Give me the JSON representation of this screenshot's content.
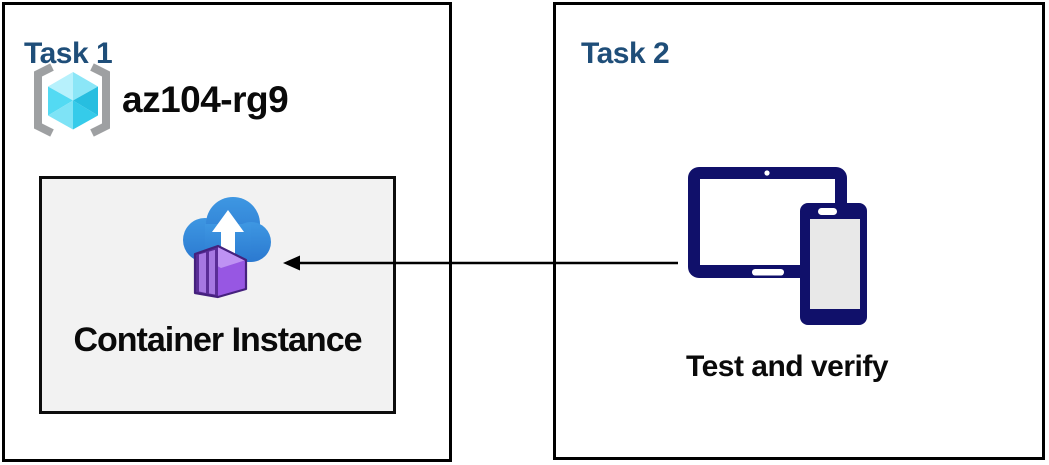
{
  "diagram": {
    "task1": {
      "title": "Task 1",
      "resource_group": {
        "name": "az104-rg9",
        "icon": "resource-group-icon"
      },
      "container_instance": {
        "label": "Container Instance",
        "icon": "container-instance-icon"
      }
    },
    "task2": {
      "title": "Task 2",
      "label": "Test and verify",
      "icon": "tablet-phone-devices-icon"
    },
    "connector": {
      "type": "arrow",
      "direction": "from-task2-devices-to-container-instance",
      "color": "#000000"
    }
  },
  "colors": {
    "title_blue": "#1F4E79",
    "box_border": "#000000",
    "ci_box_bg": "#F2F2F2",
    "device_navy": "#10106A",
    "cloud_blue_top": "#3E97E2",
    "cloud_blue_bottom": "#2B79D0",
    "container_front_purple": "#5A2D97",
    "container_panel_purple": "#A678E2",
    "container_side_purple": "#9757E3",
    "container_top_purple": "#BE92F3",
    "container_outline_purple": "#45217D",
    "cube_pale": "#B7F1FC",
    "cube_light": "#8BE6F7",
    "cube_left": "#53DAF3",
    "cube_bottom_left": "#7EE3F6",
    "cube_bottom_right": "#35CBEA",
    "cube_right": "#27BEE0",
    "bracket_gray": "#9EA0A2",
    "text_black": "#0A0A0A"
  }
}
